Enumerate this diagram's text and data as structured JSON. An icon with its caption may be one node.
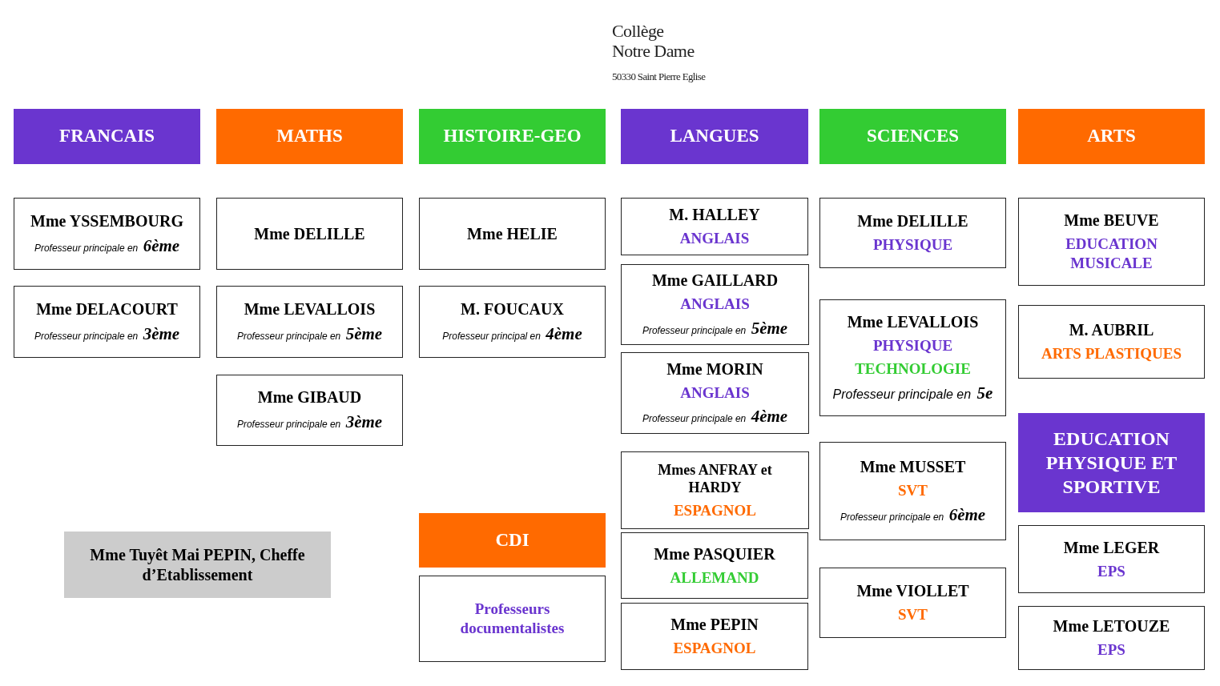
{
  "diagram": {
    "nodes": [
      {
        "text": [
          "FRANCAIS"
        ]
      },
      {
        "text": [
          "MATHS"
        ]
      },
      {
        "text": [
          "HISTOIRE-GEO"
        ]
      },
      {
        "text": [
          "LANGUES"
        ]
      },
      {
        "text": [
          "SCIENCES"
        ]
      },
      {
        "text": [
          "ARTS"
        ]
      },
      {
        "text": [
          "Mme YSSEMBOURG",
          "Professeur principale en **6ème**"
        ]
      },
      {
        "text": [
          "Mme DELACOURT",
          "Professeur principale en **3ème**"
        ]
      },
      {
        "text": [
          "Mme DELILLE"
        ]
      },
      {
        "text": [
          "Mme LEVALLOIS",
          "Professeur principale en **5ème**"
        ]
      },
      {
        "text": [
          "Mme GIBAUD",
          "Professeur principale en **3ème**"
        ]
      },
      {
        "text": [
          "Mme HELIE"
        ]
      },
      {
        "text": [
          "M. FOUCAUX",
          "Professeur principal en **4ème**"
        ]
      },
      {
        "text": [
          "CDI"
        ]
      },
      {
        "text": [
          "Professeurs documentalistes"
        ]
      },
      {
        "text": [
          "M. HALLEY",
          "ANGLAIS"
        ]
      },
      {
        "text": [
          "Mme GAILLARD",
          "ANGLAIS",
          "Professeur principale en **5ème**"
        ]
      },
      {
        "text": [
          "Mme MORIN",
          "ANGLAIS",
          "Professeur principale en **4ème**"
        ]
      },
      {
        "text": [
          "Mmes ANFRAY et HARDY",
          "ESPAGNOL"
        ]
      },
      {
        "text": [
          "Mme PASQUIER",
          "ALLEMAND"
        ]
      },
      {
        "text": [
          "Mme PEPIN",
          "ESPAGNOL"
        ]
      },
      {
        "text": [
          "Mme DELILLE",
          "PHYSIQUE"
        ]
      },
      {
        "text": [
          "Mme LEVALLOIS",
          "PHYSIQUE",
          "TECHNOLOGIE",
          "Professeur principale en **5e**"
        ]
      },
      {
        "text": [
          "Mme MUSSET",
          "SVT",
          "Professeur principale en **6ème**"
        ]
      },
      {
        "text": [
          "Mme VIOLLET",
          "SVT"
        ]
      },
      {
        "text": [
          "Mme BEUVE",
          "EDUCATION MUSICALE"
        ]
      },
      {
        "text": [
          "M. AUBRIL",
          "ARTS PLASTIQUES"
        ]
      },
      {
        "text": [
          "EDUCATION PHYSIQUE ET SPORTIVE"
        ]
      },
      {
        "text": [
          "Mme LEGER",
          "EPS"
        ]
      },
      {
        "text": [
          "Mme LETOUZE",
          "EPS"
        ]
      },
      {
        "text": [
          "Mme Tuyêt Mai PEPIN, Cheffe d’Etablissement"
        ]
      }
    ],
    "labels": [
      "Collège Notre Dame",
      "50330 Saint Pierre Eglise"
    ]
  }
}
